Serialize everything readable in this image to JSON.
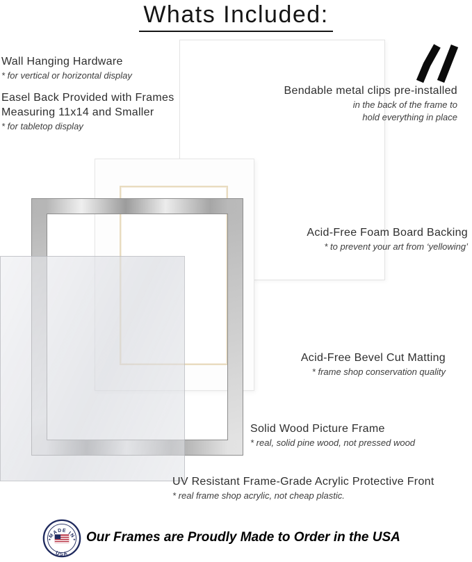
{
  "title": "Whats Included:",
  "labels": {
    "wall_hanging": {
      "heading": "Wall Hanging Hardware",
      "note": "* for vertical or horizontal display"
    },
    "easel_back": {
      "line1": "Easel Back Provided with Frames",
      "line2": "Measuring 11x14 and Smaller",
      "note": "* for tabletop display"
    },
    "clips": {
      "heading": "Bendable metal clips pre-installed",
      "note1": "in the back of the frame to",
      "note2": "hold everything in place"
    },
    "foam_board": {
      "heading": "Acid-Free Foam Board Backing",
      "note": "* to prevent your art from ‘yellowing’"
    },
    "matting": {
      "heading": "Acid-Free Bevel Cut Matting",
      "note": "* frame shop conservation quality"
    },
    "frame": {
      "heading": "Solid Wood Picture Frame",
      "note": "* real, solid pine wood, not pressed wood"
    },
    "acrylic": {
      "heading": "UV Resistant Frame-Grade Acrylic Protective Front",
      "note": "* real frame shop acrylic, not cheap plastic."
    }
  },
  "footer": {
    "text": "Our Frames are Proudly Made to Order in the USA",
    "seal_top": "MADE IN",
    "seal_bottom": "USA"
  },
  "colors": {
    "text": "#2e2e2e",
    "frame_silver": "#c9c9c9",
    "mat_bevel": "#e9dcc0",
    "seal_navy": "#1f2a5e",
    "seal_red": "#b22234"
  }
}
